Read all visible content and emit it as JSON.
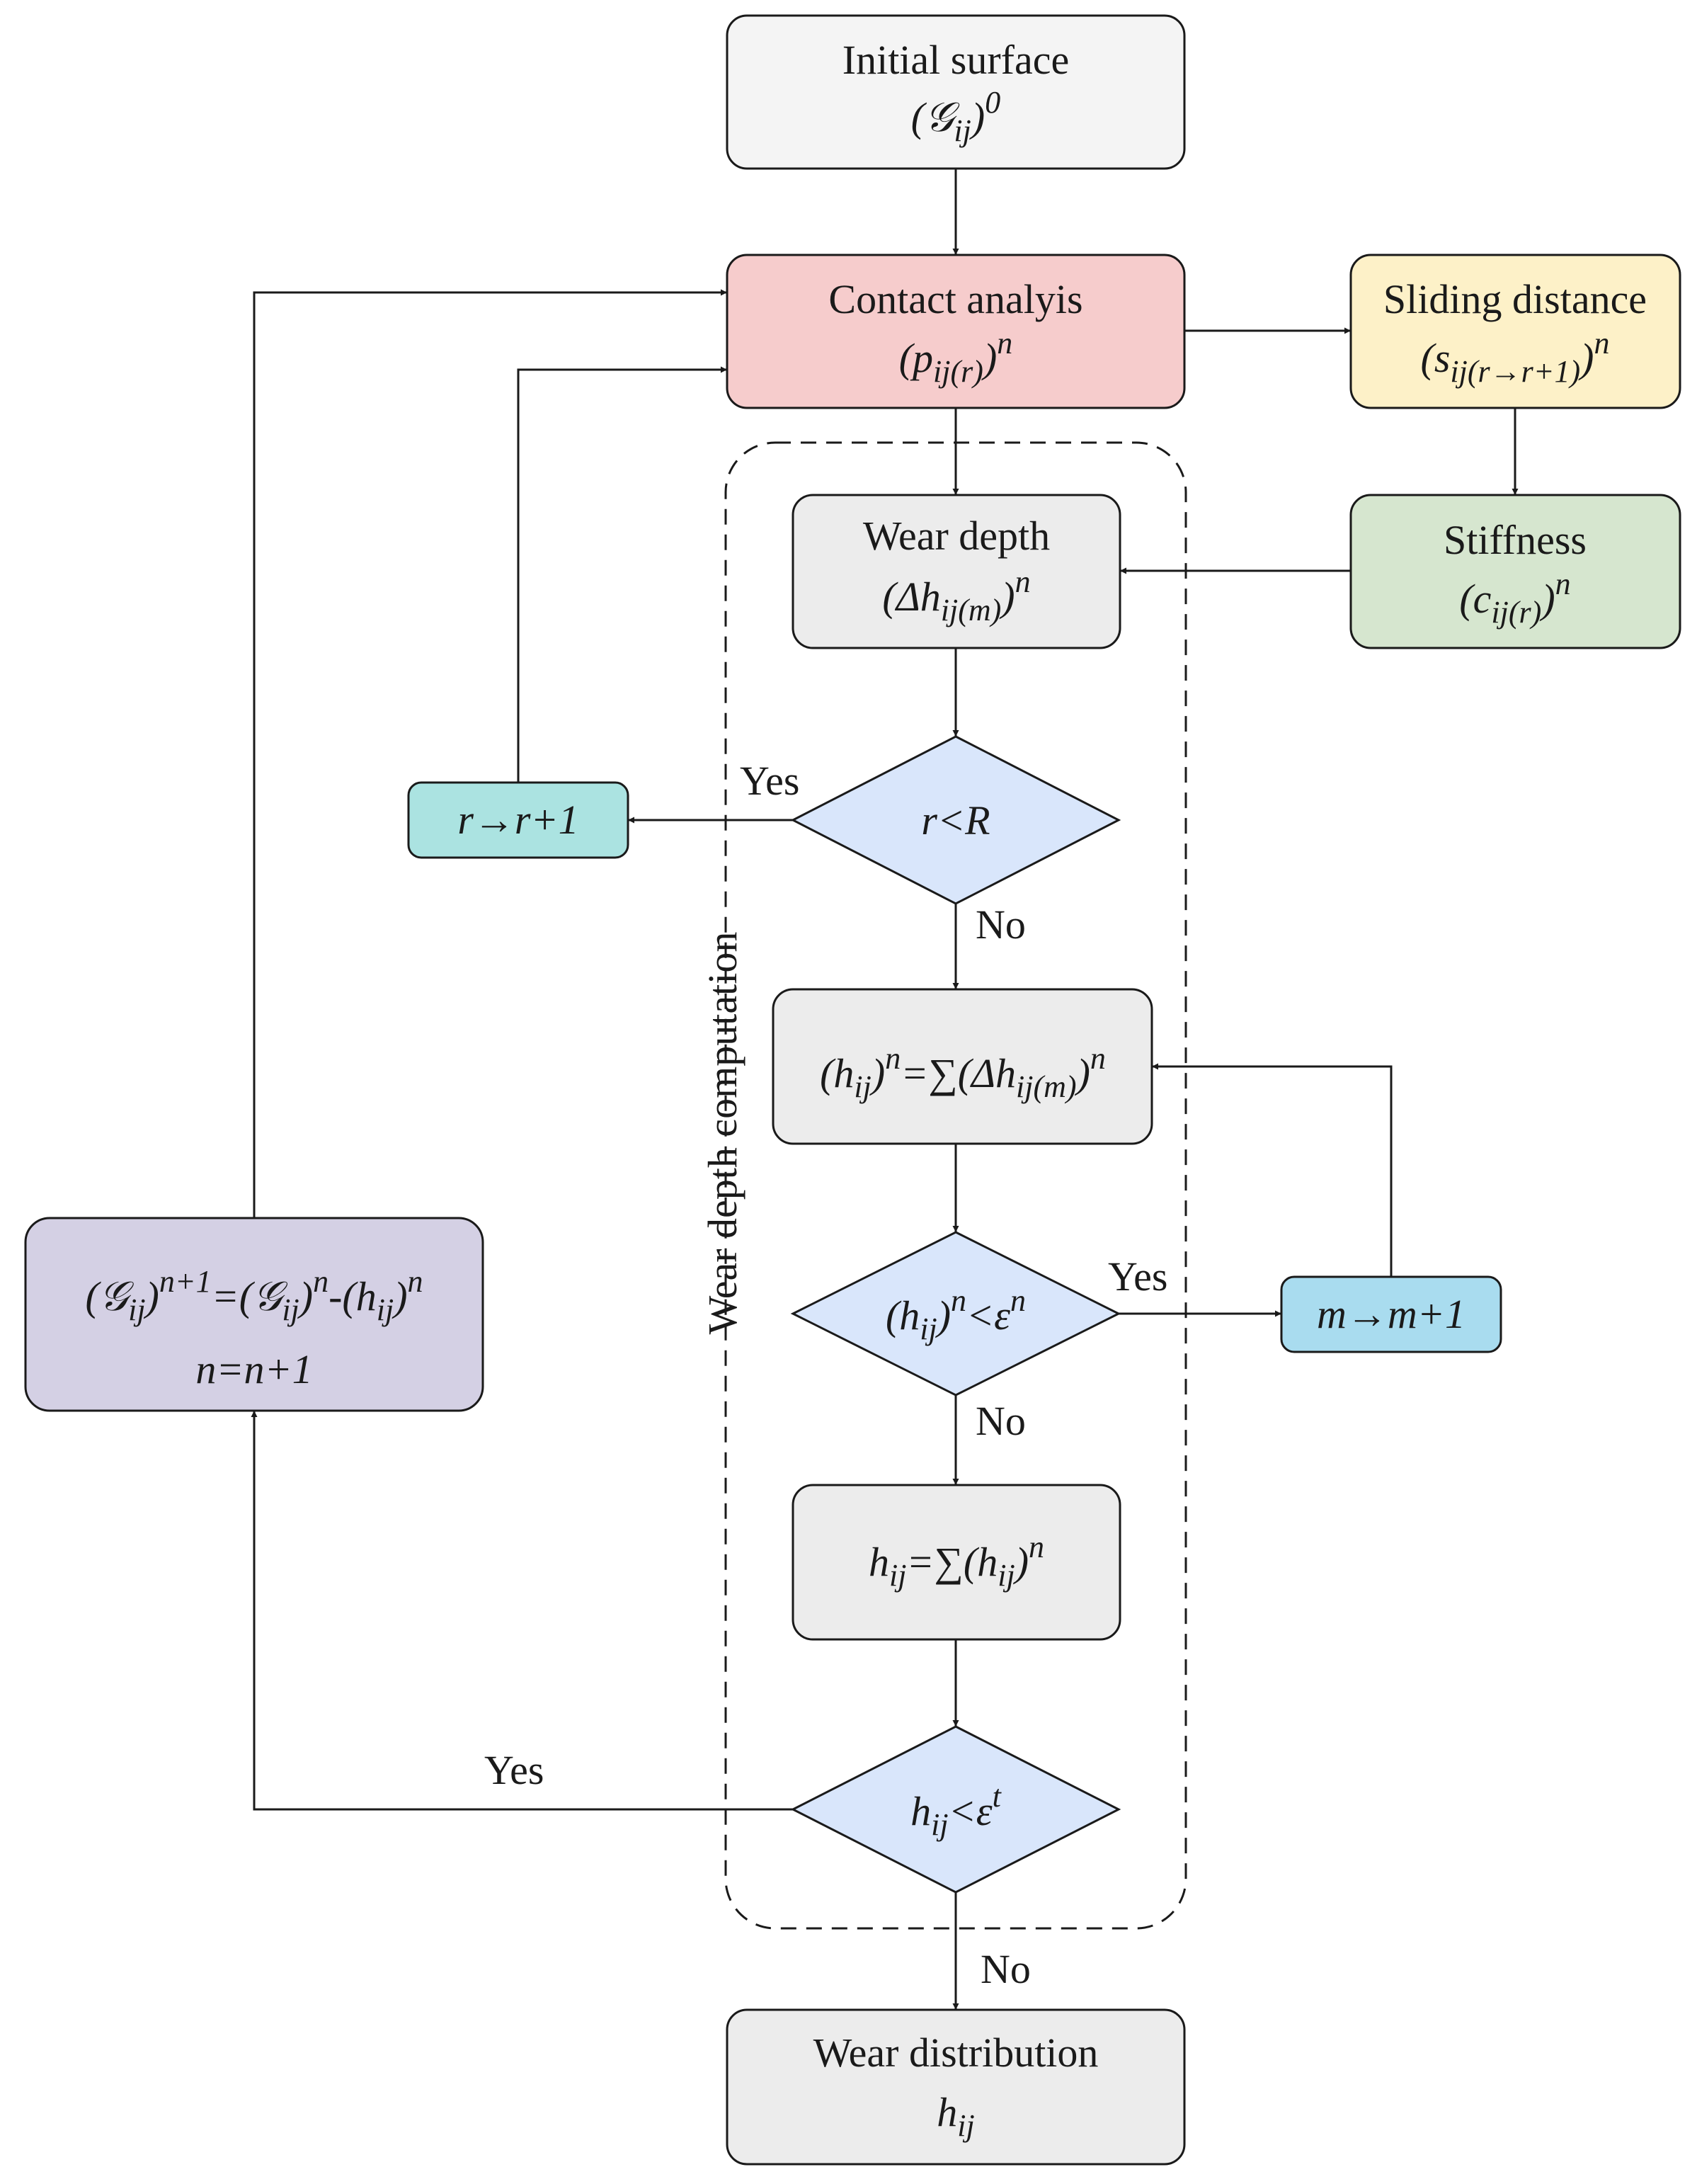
{
  "colors": {
    "initial": "#f4f4f4",
    "contact": "#f6cccc",
    "sliding": "#fdf1c8",
    "stiffness": "#d6e6cf",
    "wear_gray": "#ececec",
    "decision": "#d9e6fb",
    "r_box": "#abe3e1",
    "m_box": "#a9dcef",
    "update_box": "#d4d0e4"
  },
  "nodes": {
    "initial_surface": {
      "title": "Initial surface",
      "formula": "(𝒢ij)0"
    },
    "contact_analysis": {
      "title": "Contact analyis",
      "formula": "(pij(r))n"
    },
    "sliding_distance": {
      "title": "Sliding distance",
      "formula": "(sij(r→r+1))n"
    },
    "stiffness": {
      "title": "Stiffness",
      "formula": "(cij(r))n"
    },
    "wear_depth": {
      "title": "Wear depth",
      "formula": "(Δhij(m))n"
    },
    "r_check": {
      "formula": "r<R"
    },
    "r_increment": {
      "formula": "r→r+1"
    },
    "sum_h": {
      "formula": "(hij)n=∑(Δhij(m))n"
    },
    "eps_check": {
      "formula": "(hij)n<εn"
    },
    "m_increment": {
      "formula": "m→m+1"
    },
    "total_h": {
      "formula": "hij=∑(hij)n"
    },
    "t_check": {
      "formula": "hij<εt"
    },
    "update": {
      "formula1": "(𝒢ij)n+1=(𝒢ij)n-(hij)n",
      "formula2": "n=n+1"
    },
    "wear_distribution": {
      "title": "Wear distribution",
      "formula": "hij"
    }
  },
  "edge_labels": {
    "yes_r": "Yes",
    "no_r": "No",
    "yes_eps": "Yes",
    "no_eps": "No",
    "yes_t": "Yes",
    "no_t": "No"
  },
  "group_label": "Wear depth computation"
}
